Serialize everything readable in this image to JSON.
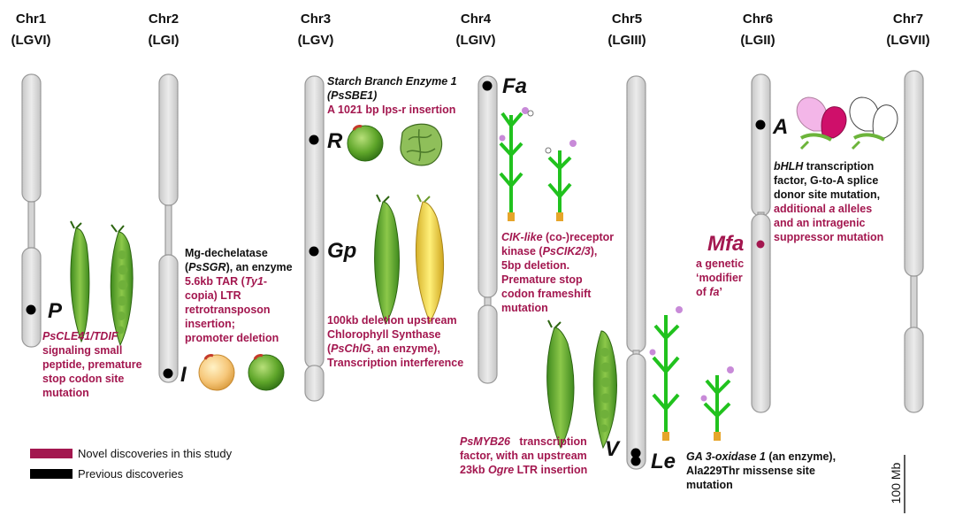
{
  "chromosomes": [
    {
      "name": "Chr1",
      "lg": "(LGVI)"
    },
    {
      "name": "Chr2",
      "lg": "(LGI)"
    },
    {
      "name": "Chr3",
      "lg": "(LGV)"
    },
    {
      "name": "Chr4",
      "lg": "(LGIV)"
    },
    {
      "name": "Chr5",
      "lg": "(LGIII)"
    },
    {
      "name": "Chr6",
      "lg": "(LGII)"
    },
    {
      "name": "Chr7",
      "lg": "(LGVII)"
    }
  ],
  "genes": {
    "p": "P",
    "i": "I",
    "r": "R",
    "gp": "Gp",
    "fa": "Fa",
    "v": "V",
    "le": "Le",
    "a": "A",
    "mfa": "Mfa"
  },
  "notes": {
    "p": {
      "l1": "PsCLE41/TDIF",
      "l2": "signaling small",
      "l3": "peptide, premature",
      "l4": "stop codon site",
      "l5": "mutation"
    },
    "i": {
      "l1": "Mg-dechelatase",
      "l2a": "(",
      "l2b": "PsSGR",
      "l2c": "), an enzyme",
      "l3": "5.6kb TAR (",
      "l3b": "Ty1",
      "l3c": "-",
      "l4": "copia) LTR",
      "l5": "retrotransposon",
      "l6": "insertion;",
      "l7": "promoter deletion"
    },
    "r": {
      "l1": "Starch Branch Enzyme 1",
      "l2": "(PsSBE1)",
      "l3": "A 1021 bp Ips-r insertion"
    },
    "gp": {
      "l1": "100kb deletion upstream",
      "l2": "Chlorophyll Synthase",
      "l3a": "(",
      "l3b": "PsChlG",
      "l3c": ", an enzyme),",
      "l4": "Transcription interference"
    },
    "fa": {
      "l1a": "CIK-like",
      "l1b": " (co-)receptor",
      "l2a": "kinase (",
      "l2b": "PsCIK2/3",
      "l2c": "),",
      "l3": "5bp deletion.",
      "l4": "Premature stop",
      "l5": "codon frameshift",
      "l6": "mutation"
    },
    "v": {
      "l1a": "PsMYB26",
      "l1b": "   transcription",
      "l2": "factor, with an upstream",
      "l3a": "23kb ",
      "l3b": "Ogre",
      "l3c": " LTR insertion"
    },
    "le": {
      "l1a": "GA 3-oxidase 1",
      "l1b": " (an enzyme),",
      "l2": "Ala229Thr missense site",
      "l3": "mutation"
    },
    "a": {
      "l1a": "bHLH",
      "l1b": " transcription",
      "l2": "factor, G-to-A splice",
      "l3": "donor site mutation,",
      "l4a": "additional ",
      "l4b": "a",
      "l4c": " alleles",
      "l5": "and an intragenic",
      "l6": "suppressor mutation"
    },
    "mfa": {
      "l1": "a genetic",
      "l2": "‘modifier",
      "l3a": "of ",
      "l3b": "fa",
      "l3c": "’"
    }
  },
  "legend": {
    "novel": "Novel discoveries in this study",
    "previous": "Previous discoveries"
  },
  "scale": {
    "label": "100 Mb"
  },
  "colors": {
    "novel": "#a3174f",
    "previous": "#000000",
    "chromosome_fill": "#d9d9d9",
    "chromosome_stroke": "#9a9a9a"
  },
  "icons": [
    "pea-pod-icon",
    "wrinkled-pea-icon",
    "round-pea-icon",
    "yellow-pea-icon",
    "green-pea-icon",
    "yellow-pod-icon",
    "pea-plant-icon",
    "flower-icon"
  ]
}
